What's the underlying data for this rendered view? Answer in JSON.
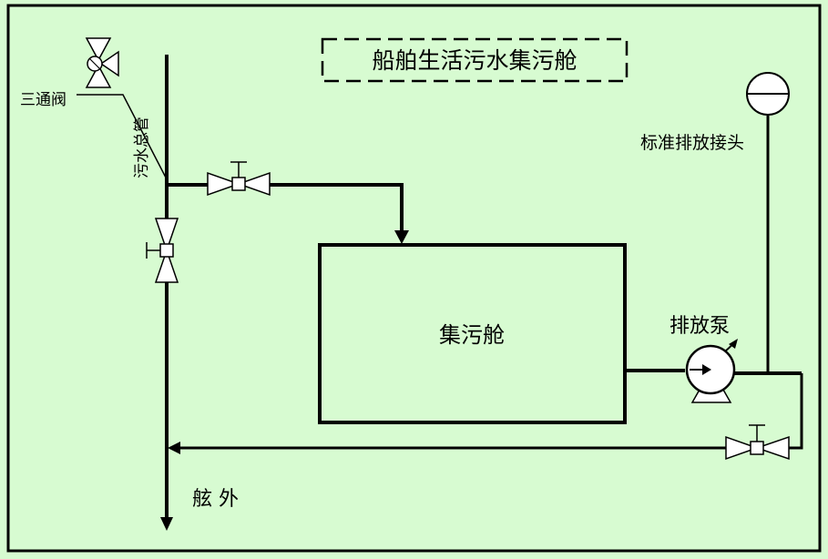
{
  "title": "船舶生活污水集污舱",
  "labels": {
    "three_way_valve": "三通阀",
    "main_pipe": "污水总管",
    "tank": "集污舱",
    "discharge_pump": "排放泵",
    "standard_connection": "标准排放接头",
    "overboard": "舷 外"
  },
  "colors": {
    "background": "#d7fbd1",
    "line": "#000000",
    "valve_fill": "#ffffff"
  },
  "icons": [
    "three-way-valve-icon",
    "gate-valve-icon",
    "pump-icon",
    "discharge-connection-icon"
  ]
}
